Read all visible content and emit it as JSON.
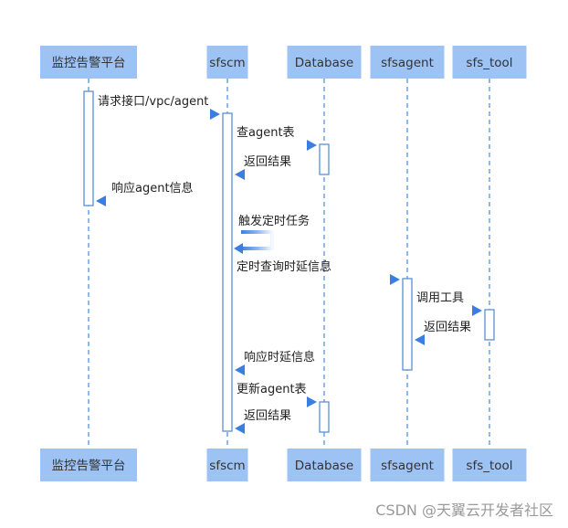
{
  "participants": [
    {
      "id": "monitor",
      "label": "监控告警平台"
    },
    {
      "id": "sfscm",
      "label": "sfscm"
    },
    {
      "id": "database",
      "label": "Database"
    },
    {
      "id": "sfsagent",
      "label": "sfsagent"
    },
    {
      "id": "sfstool",
      "label": "sfs_tool"
    }
  ],
  "messages": [
    {
      "from": "monitor",
      "to": "sfscm",
      "label": "请求接口/vpc/agent",
      "style": "solid"
    },
    {
      "from": "sfscm",
      "to": "database",
      "label": "查agent表",
      "style": "solid"
    },
    {
      "from": "database",
      "to": "sfscm",
      "label": "返回结果",
      "style": "dashed"
    },
    {
      "from": "sfscm",
      "to": "monitor",
      "label": "响应agent信息",
      "style": "solid"
    },
    {
      "from": "sfscm",
      "to": "sfscm",
      "label": "触发定时任务",
      "style": "self"
    },
    {
      "from": "sfscm",
      "to": "sfsagent",
      "label": "定时查询时延信息",
      "style": "solid"
    },
    {
      "from": "sfsagent",
      "to": "sfstool",
      "label": "调用工具",
      "style": "solid"
    },
    {
      "from": "sfstool",
      "to": "sfsagent",
      "label": "返回结果",
      "style": "dashed"
    },
    {
      "from": "sfsagent",
      "to": "sfscm",
      "label": "响应时延信息",
      "style": "dashed"
    },
    {
      "from": "sfscm",
      "to": "database",
      "label": "更新agent表",
      "style": "solid"
    },
    {
      "from": "database",
      "to": "sfscm",
      "label": "返回结果",
      "style": "dashed"
    }
  ],
  "colors": {
    "header_fill": "#9dc3f5",
    "lifeline": "#4a8ad8",
    "arrow": "#3a7fe0",
    "activation_stroke": "#5b8fd0"
  },
  "watermark": "CSDN @天翼云开发者社区"
}
